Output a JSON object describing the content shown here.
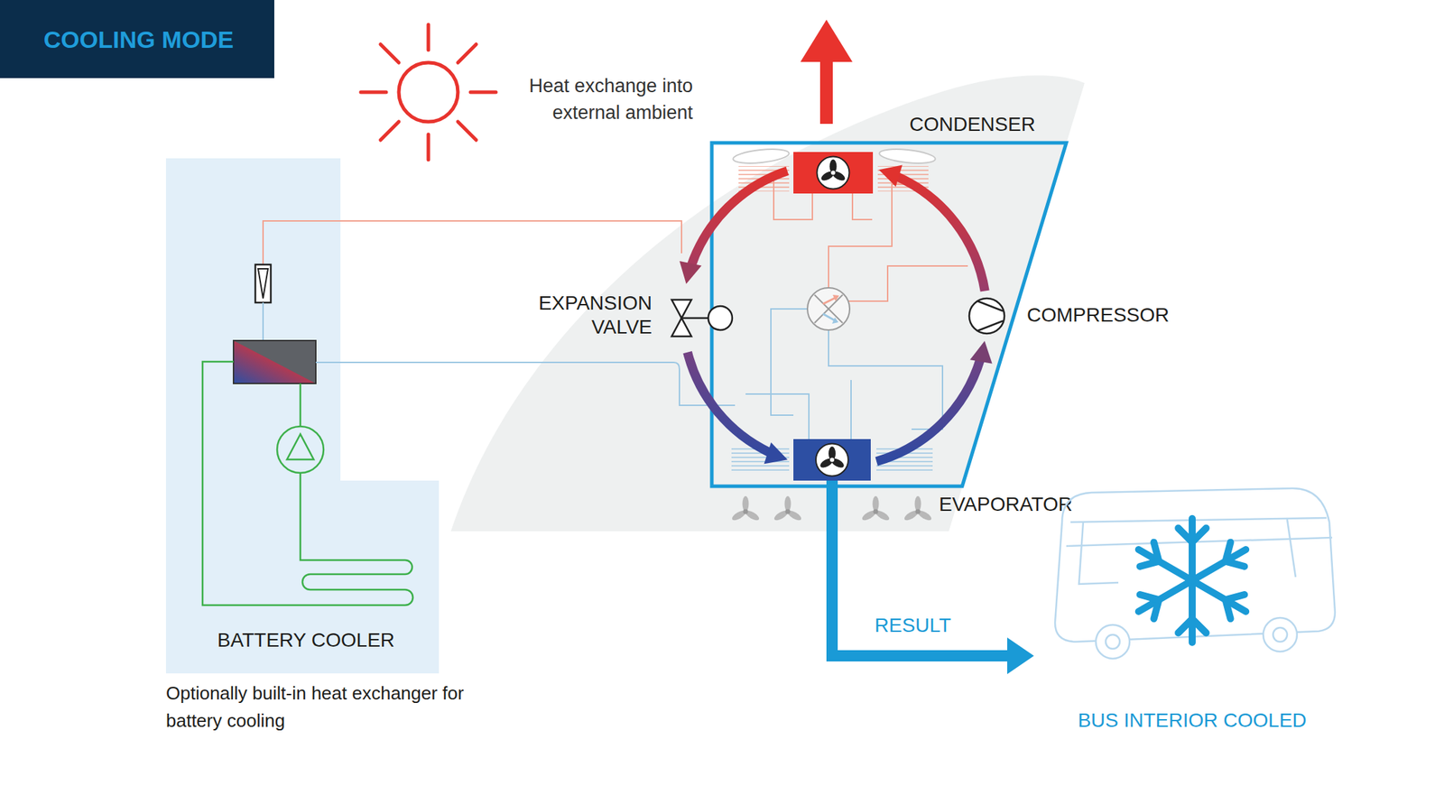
{
  "diagram": {
    "title": "COOLING MODE",
    "nodes": [
      {
        "text": [
          "BATTERY COOLER",
          "Optionally built-in heat exchanger for battery cooling"
        ]
      },
      {
        "text": [
          "CONDENSER"
        ]
      },
      {
        "text": [
          "EXPANSION VALVE"
        ]
      },
      {
        "text": [
          "COMPRESSOR"
        ]
      },
      {
        "text": [
          "EVAPORATOR"
        ]
      },
      {
        "text": [
          "BUS INTERIOR COOLED"
        ]
      }
    ],
    "edges": [
      {
        "from": 3,
        "to": 1,
        "arrow": "to"
      },
      {
        "from": 1,
        "to": 2,
        "arrow": "to"
      },
      {
        "from": 2,
        "to": 4,
        "arrow": "to"
      },
      {
        "from": 4,
        "to": 3,
        "arrow": "to"
      },
      {
        "from": 4,
        "to": 5,
        "label": "RESULT",
        "arrow": "to"
      }
    ],
    "labels": [
      "Heat exchange into external ambient"
    ]
  }
}
